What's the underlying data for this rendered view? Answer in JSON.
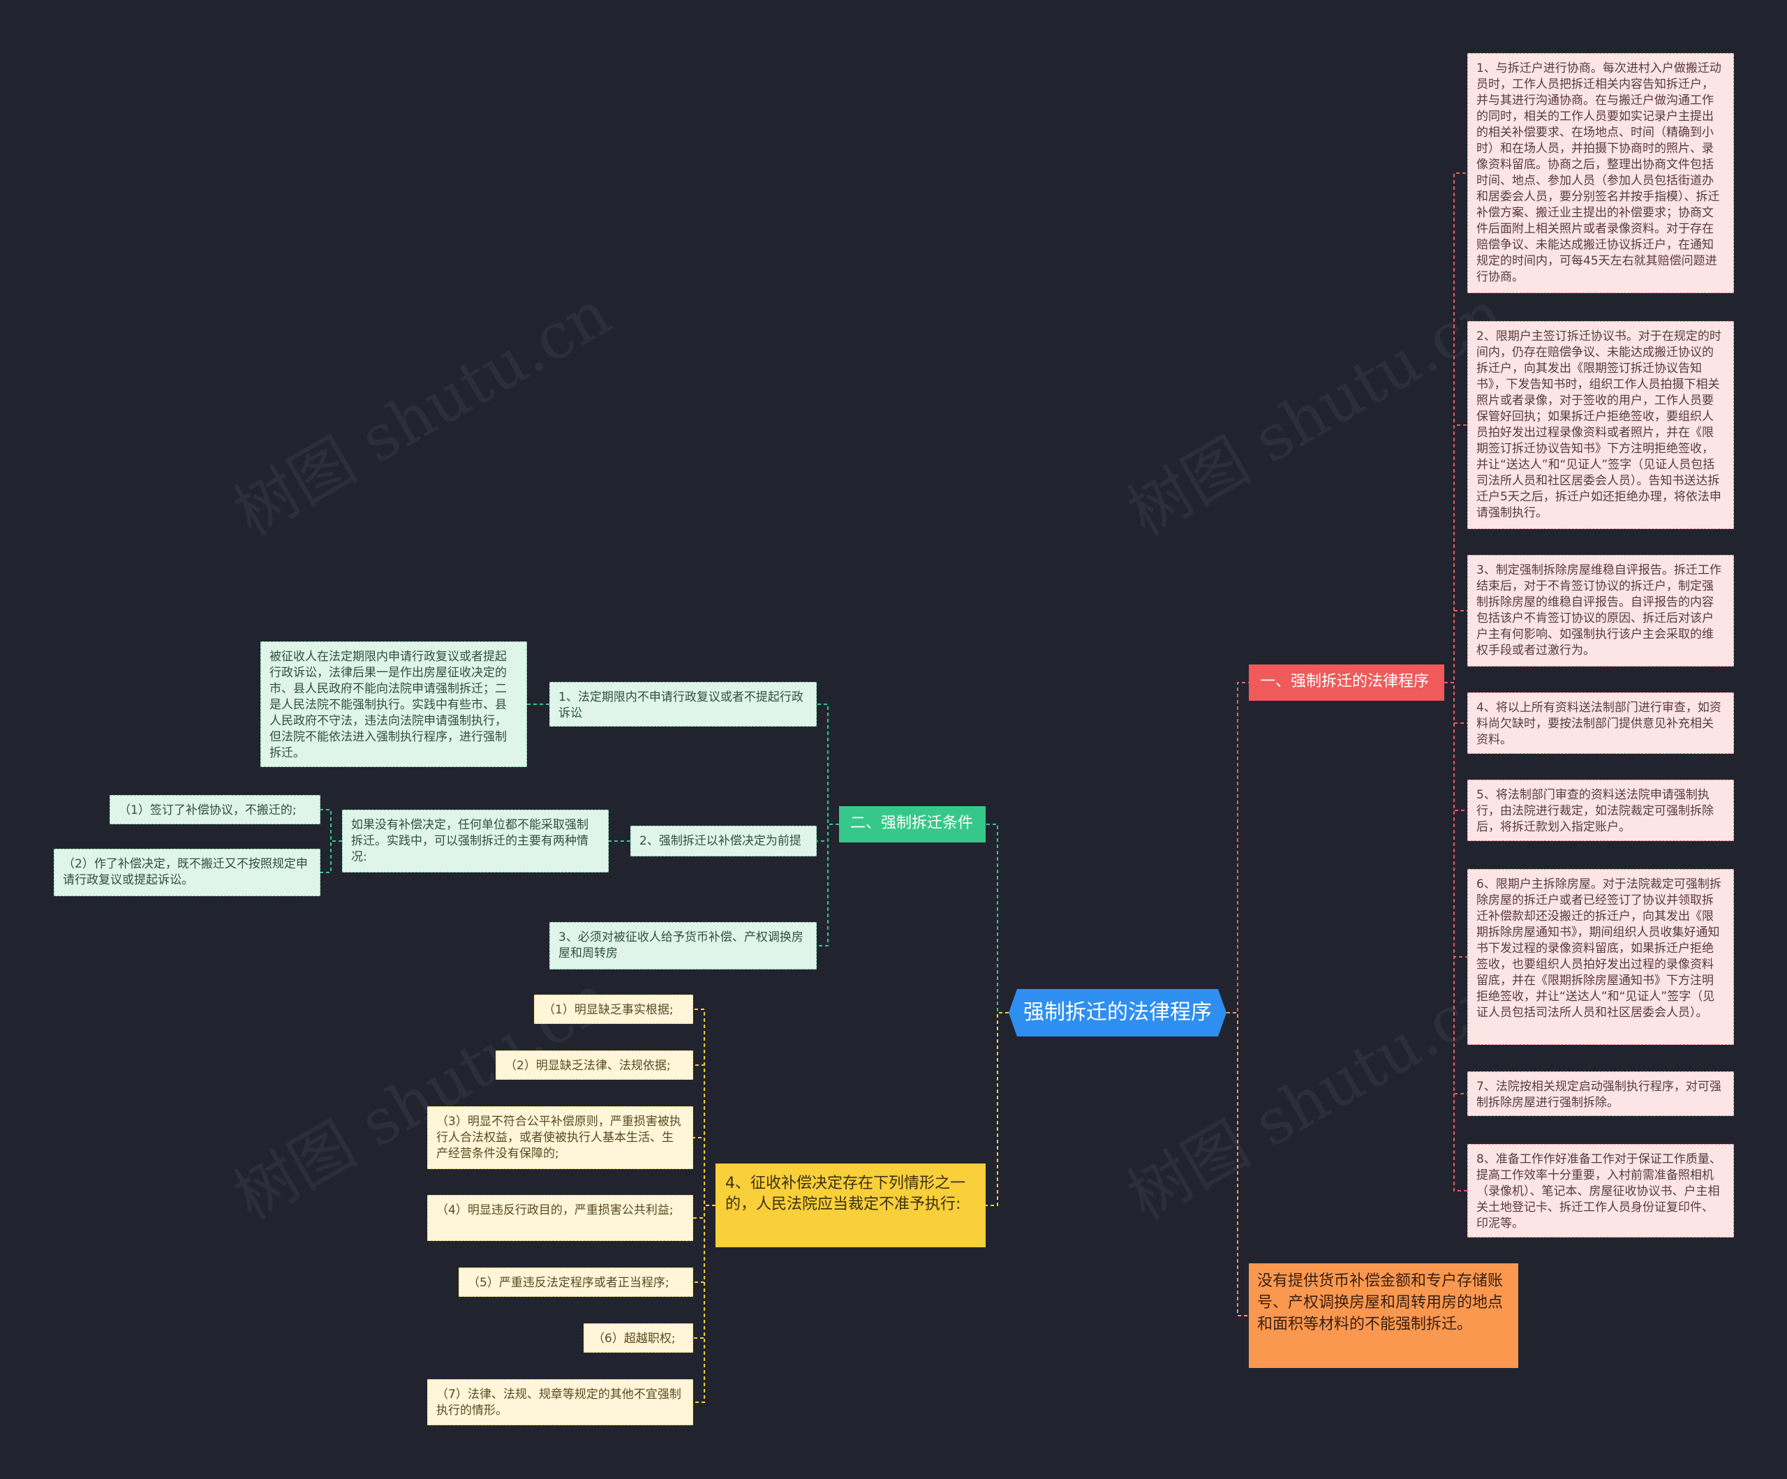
{
  "root": {
    "label": "强制拆迁的法律程序"
  },
  "branch1": {
    "label": "一、强制拆迁的法律程序",
    "items": [
      "1、与拆迁户进行协商。每次进村入户做搬迁动员时，工作人员把拆迁相关内容告知拆迁户，并与其进行沟通协商。在与搬迁户做沟通工作的同时，相关的工作人员要如实记录户主提出的相关补偿要求、在场地点、时间（精确到小时）和在场人员，并拍摄下协商时的照片、录像资料留底。协商之后，整理出协商文件包括时间、地点、参加人员（参加人员包括街道办和居委会人员，要分别签名并按手指模）、拆迁补偿方案、搬迁业主提出的补偿要求；协商文件后面附上相关照片或者录像资料。对于存在赔偿争议、未能达成搬迁协议拆迁户，在通知规定的时间内，可每45天左右就其赔偿问题进行协商。",
      "2、限期户主签订拆迁协议书。对于在规定的时间内，仍存在赔偿争议、未能达成搬迁协议的拆迁户，向其发出《限期签订拆迁协议告知书》，下发告知书时，组织工作人员拍摄下相关照片或者录像，对于签收的用户，工作人员要保管好回执；如果拆迁户拒绝签收，要组织人员拍好发出过程录像资料或者照片，并在《限期签订拆迁协议告知书》下方注明拒绝签收，并让“送达人”和“见证人”签字（见证人员包括司法所人员和社区居委会人员）。告知书送达拆迁户5天之后，拆迁户如还拒绝办理，将依法申请强制执行。",
      "3、制定强制拆除房屋维稳自评报告。拆迁工作结束后，对于不肯签订协议的拆迁户，制定强制拆除房屋的维稳自评报告。自评报告的内容包括该户不肯签订协议的原因、拆迁后对该户户主有何影响、如强制执行该户主会采取的维权手段或者过激行为。",
      "4、将以上所有资料送法制部门进行审查，如资料尚欠缺时，要按法制部门提供意见补充相关资料。",
      "5、将法制部门审查的资料送法院申请强制执行，由法院进行裁定，如法院裁定可强制拆除后，将拆迁款划入指定账户。",
      "6、限期户主拆除房屋。对于法院裁定可强制拆除房屋的拆迁户或者已经签订了协议并领取拆迁补偿款却还没搬迁的拆迁户，向其发出《限期拆除房屋通知书》，期间组织人员收集好通知书下发过程的录像资料留底，如果拆迁户拒绝签收，也要组织人员拍好发出过程的录像资料留底，并在《限期拆除房屋通知书》下方注明拒绝签收，并让“送达人”和“见证人”签字（见证人员包括司法所人员和社区居委会人员）。",
      "7、法院按相关规定启动强制执行程序，对可强制拆除房屋进行强制拆除。",
      "8、准备工作作好准备工作对于保证工作质量、提高工作效率十分重要，入村前需准备照相机（录像机）、笔记本、房屋征收协议书、户主相关土地登记卡、拆迁工作人员身份证复印件、印泥等。"
    ]
  },
  "branch2": {
    "label": "二、强制拆迁条件",
    "c1": {
      "label": "1、法定期限内不申请行政复议或者不提起行政诉讼",
      "detail": "被征收人在法定期限内申请行政复议或者提起行政诉讼，法律后果一是作出房屋征收决定的市、县人民政府不能向法院申请强制拆迁；二是人民法院不能强制执行。实践中有些市、县人民政府不守法，违法向法院申请强制执行，但法院不能依法进入强制执行程序，进行强制拆迁。"
    },
    "c2": {
      "label": "2、强制拆迁以补偿决定为前提",
      "detail": "如果没有补偿决定，任何单位都不能采取强制拆迁。实践中，可以强制拆迁的主要有两种情况:",
      "subs": [
        "（1）签订了补偿协议，不搬迁的;",
        "（2）作了补偿决定，既不搬迁又不按照规定申请行政复议或提起诉讼。"
      ]
    },
    "c3": {
      "label": "3、必须对被征收人给予货币补偿、产权调换房屋和周转房"
    }
  },
  "branch3": {
    "label": "4、征收补偿决定存在下列情形之一的，人民法院应当裁定不准予执行:",
    "items": [
      "（1）明显缺乏事实根据;",
      "（2）明显缺乏法律、法规依据;",
      "（3）明显不符合公平补偿原则，严重损害被执行人合法权益，或者使被执行人基本生活、生产经营条件没有保障的;",
      "（4）明显违反行政目的，严重损害公共利益;",
      "（5）严重违反法定程序或者正当程序;",
      "（6）超越职权;",
      "（7）法律、法规、规章等规定的其他不宜强制执行的情形。"
    ]
  },
  "branch4": {
    "label": "没有提供货币补偿金额和专户存储账号、产权调换房屋和周转用房的地点和面积等材料的不能强制拆迁。"
  },
  "watermark": "树图 shutu.cn",
  "colors": {
    "background": "#21242f",
    "root": "#2e8ff0",
    "red": "#f05a5a",
    "green": "#35c88a",
    "yellow": "#f9cf3a",
    "orange": "#fb9850"
  }
}
